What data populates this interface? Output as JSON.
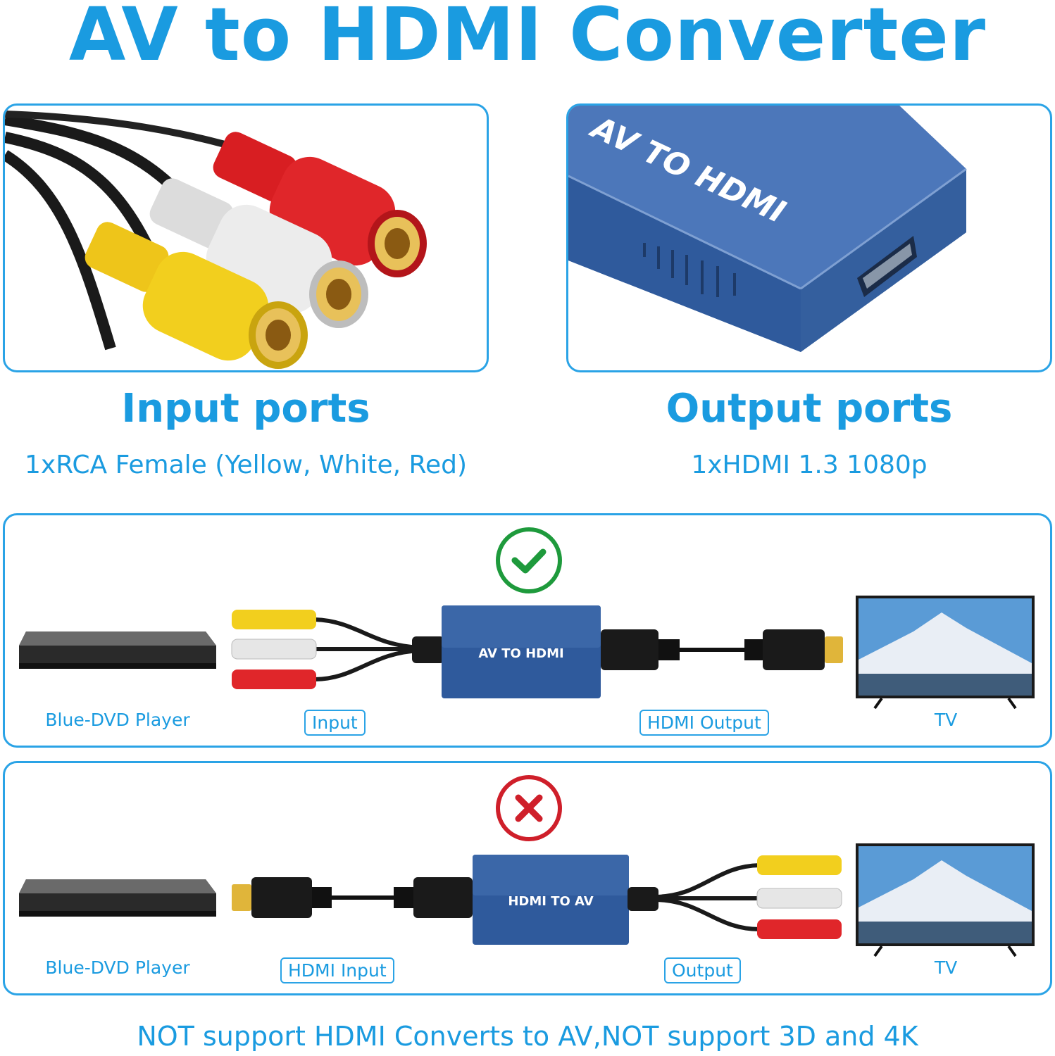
{
  "title": "AV to HDMI Converter",
  "input": {
    "heading": "Input ports",
    "detail": "1xRCA Female (Yellow, White, Red)"
  },
  "output": {
    "heading": "Output ports",
    "detail": "1xHDMI 1.3 1080p",
    "device_text": "AV TO HDMI"
  },
  "supported": {
    "status_icon": "check-circle-icon",
    "status_color": "#1e9a3c",
    "converter_label": "AV TO HDMI",
    "source_label": "Blue-DVD Player",
    "input_label": "Input",
    "output_label": "HDMI Output",
    "display_label": "TV"
  },
  "unsupported": {
    "status_icon": "x-circle-icon",
    "status_color": "#cf1f2a",
    "converter_label": "HDMI TO AV",
    "source_label": "Blue-DVD Player",
    "input_label": "HDMI Input",
    "output_label": "Output",
    "display_label": "TV"
  },
  "footer": "NOT support HDMI Converts to AV,NOT support 3D and 4K",
  "colors": {
    "accent": "#1a9be0",
    "device_blue": "#2f5a9c",
    "rca_yellow": "#f2cf1e",
    "rca_white": "#e6e6e6",
    "rca_red": "#e0262a"
  }
}
